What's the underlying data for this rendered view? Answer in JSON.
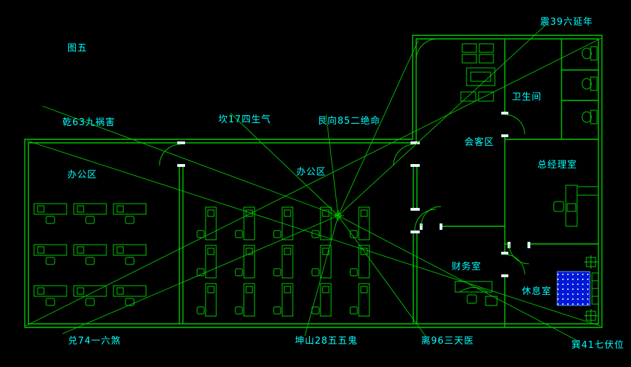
{
  "figure_label": "图五",
  "compass": {
    "qian": "乾63九祸害",
    "kan": "坎17四生气",
    "gen": "艮向85二绝命",
    "zhen": "震39六延年",
    "dui": "兑74一六煞",
    "kun": "坤山28五五鬼",
    "li": "离96三天医",
    "xun": "巽41七伏位"
  },
  "rooms": {
    "office_left": "办公区",
    "office_center": "办公区",
    "meeting": "会客区",
    "bathroom": "卫生间",
    "gm_office": "总经理室",
    "finance": "财务室",
    "rest": "休息室"
  },
  "colors": {
    "background": "#000000",
    "line": "#00cc00",
    "text": "#00ffff",
    "door_jamb": "#e6ffff",
    "bed_fill": "#0018d8",
    "bed_dots": "#cfefff"
  }
}
